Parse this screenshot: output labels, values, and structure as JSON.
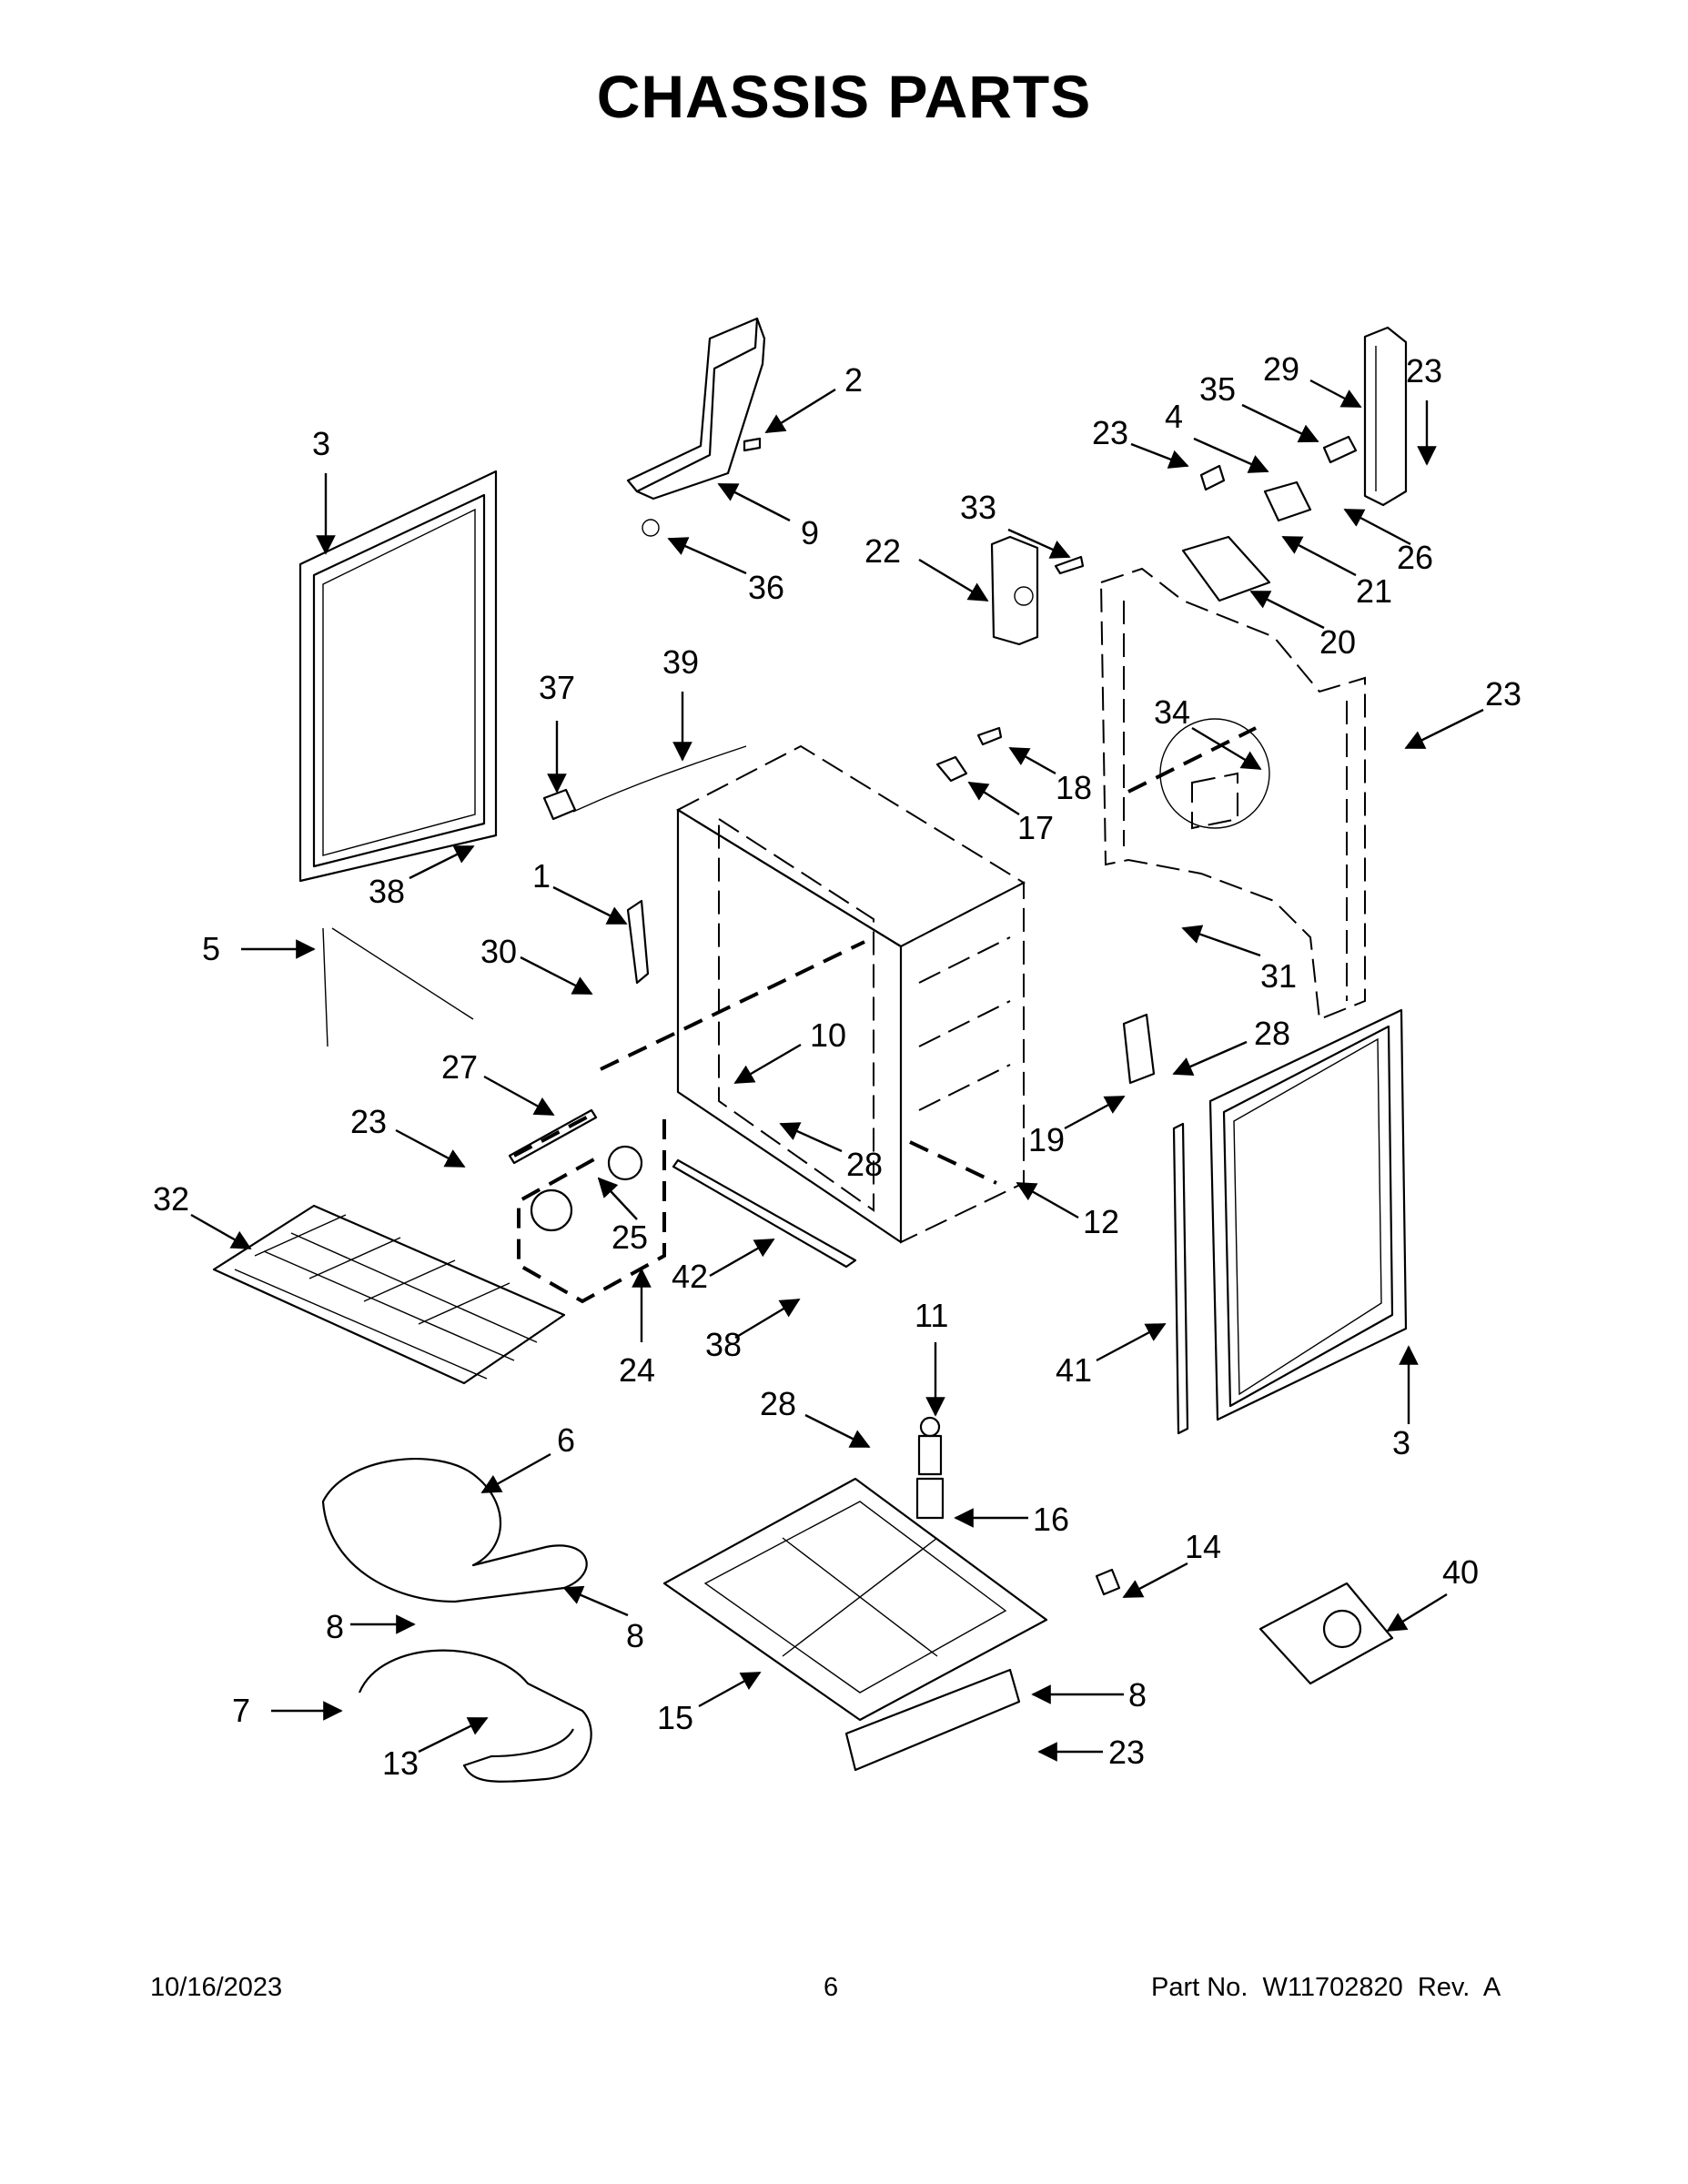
{
  "title": "CHASSIS PARTS",
  "footer": {
    "date": "10/16/2023",
    "page": "6",
    "part_no": "Part No.  W11702820  Rev.  A"
  },
  "callouts": [
    {
      "id": "c3a",
      "label": "3"
    },
    {
      "id": "c2",
      "label": "2"
    },
    {
      "id": "c9",
      "label": "9"
    },
    {
      "id": "c36",
      "label": "36"
    },
    {
      "id": "c33",
      "label": "33"
    },
    {
      "id": "c22",
      "label": "22"
    },
    {
      "id": "c23a",
      "label": "23"
    },
    {
      "id": "c4",
      "label": "4"
    },
    {
      "id": "c35",
      "label": "35"
    },
    {
      "id": "c29",
      "label": "29"
    },
    {
      "id": "c23b",
      "label": "23"
    },
    {
      "id": "c26",
      "label": "26"
    },
    {
      "id": "c21",
      "label": "21"
    },
    {
      "id": "c20",
      "label": "20"
    },
    {
      "id": "c37",
      "label": "37"
    },
    {
      "id": "c39",
      "label": "39"
    },
    {
      "id": "c38a",
      "label": "38"
    },
    {
      "id": "c34",
      "label": "34"
    },
    {
      "id": "c23c",
      "label": "23"
    },
    {
      "id": "c18",
      "label": "18"
    },
    {
      "id": "c17",
      "label": "17"
    },
    {
      "id": "c1",
      "label": "1"
    },
    {
      "id": "c5",
      "label": "5"
    },
    {
      "id": "c30",
      "label": "30"
    },
    {
      "id": "c31",
      "label": "31"
    },
    {
      "id": "c27",
      "label": "27"
    },
    {
      "id": "c10",
      "label": "10"
    },
    {
      "id": "c28a",
      "label": "28"
    },
    {
      "id": "c23d",
      "label": "23"
    },
    {
      "id": "c28b",
      "label": "28"
    },
    {
      "id": "c19",
      "label": "19"
    },
    {
      "id": "c12",
      "label": "12"
    },
    {
      "id": "c32",
      "label": "32"
    },
    {
      "id": "c25",
      "label": "25"
    },
    {
      "id": "c42",
      "label": "42"
    },
    {
      "id": "c24",
      "label": "24"
    },
    {
      "id": "c38b",
      "label": "38"
    },
    {
      "id": "c11",
      "label": "11"
    },
    {
      "id": "c41",
      "label": "41"
    },
    {
      "id": "c3b",
      "label": "3"
    },
    {
      "id": "c28c",
      "label": "28"
    },
    {
      "id": "c6",
      "label": "6"
    },
    {
      "id": "c16",
      "label": "16"
    },
    {
      "id": "c14",
      "label": "14"
    },
    {
      "id": "c40",
      "label": "40"
    },
    {
      "id": "c8a",
      "label": "8"
    },
    {
      "id": "c8b",
      "label": "8"
    },
    {
      "id": "c7",
      "label": "7"
    },
    {
      "id": "c13",
      "label": "13"
    },
    {
      "id": "c15",
      "label": "15"
    },
    {
      "id": "c8c",
      "label": "8"
    },
    {
      "id": "c23e",
      "label": "23"
    }
  ]
}
